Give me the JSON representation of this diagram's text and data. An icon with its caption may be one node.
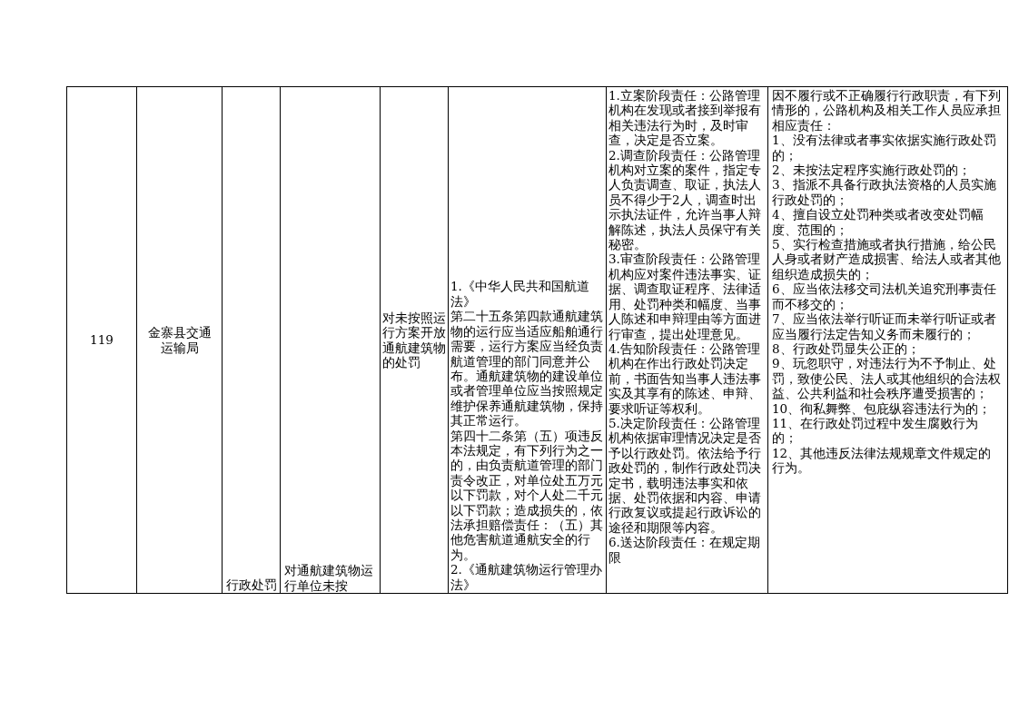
{
  "diagram": {
    "labels": [
      "119",
      "金寨县交通运输局",
      "行政处罚",
      "对通航建筑物运行单位未按",
      "对未按照运行方案开放通航建筑物的处罚",
      "1.《中华人民共和国航道法》",
      "第二十五条第四款通航建筑物的运行应当适应船舶通行需要，运行方案应当经负责航道管理的部门同意并公布。通航建筑物的建设单位或者管理单位应当按照规定维护保养通航建筑物，保持其正常运行。",
      "第四十二条第（五）项违反本法规定，有下列行为之一的，由负责航道管理的部门责令改正，对单位处五万元以下罚款，对个人处二千元以下罚款；造成损失的，依法承担赔偿责任：（五）其他危害航道通航安全的行为。",
      "2.《通航建筑物运行管理办法》",
      "1.立案阶段责任：公路管理机构在发现或者接到举报有相关违法行为时，及时审查，决定是否立案。",
      "2.调查阶段责任：公路管理机构对立案的案件，指定专人负责调查、取证，执法人员不得少于2人，调查时出示执法证件，允许当事人辩解陈述，执法人员保守有关秘密。",
      "3.审查阶段责任：公路管理机构应对案件违法事实、证据、调查取证程序、法律适用、处罚种类和幅度、当事人陈述和申辩理由等方面进行审查，提出处理意见。",
      "4.告知阶段责任：公路管理机构在作出行政处罚决定前，书面告知当事人违法事实及其享有的陈述、申辩、要求听证等权利。",
      "5.决定阶段责任：公路管理机构依据审理情况决定是否予以行政处罚。依法给予行政处罚的，制作行政处罚决定书，载明违法事实和依据、处罚依据和内容、申请行政复议或提起行政诉讼的途径和期限等内容。",
      "6.送达阶段责任：在规定期限",
      "因不履行或不正确履行行政职责，有下列情形的，公路机构及相关工作人员应承担相应责任：",
      "1、没有法律或者事实依据实施行政处罚的；",
      "2、未按法定程序实施行政处罚的；",
      "3、指派不具备行政执法资格的人员实施行政处罚的；",
      "4、擅自设立处罚种类或者改变处罚幅度、范围的；",
      "5、实行检查措施或者执行措施，给公民人身或者财产造成损害、给法人或者其他组织造成损失的；",
      "6、应当依法移交司法机关追究刑事责任而不移交的；",
      "7、应当依法举行听证而未举行听证或者应当履行法定告知义务而未履行的；",
      "8、行政处罚显失公正的；",
      "9、玩忽职守，对违法行为不予制止、处罚，致使公民、法人或其他组织的合法权益、公共利益和社会秩序遭受损害的；",
      "10、徇私舞弊、包庇纵容违法行为的；",
      "11、在行政处罚过程中发生腐败行为的；",
      "12、其他违反法律法规规章文件规定的行为。"
    ]
  }
}
